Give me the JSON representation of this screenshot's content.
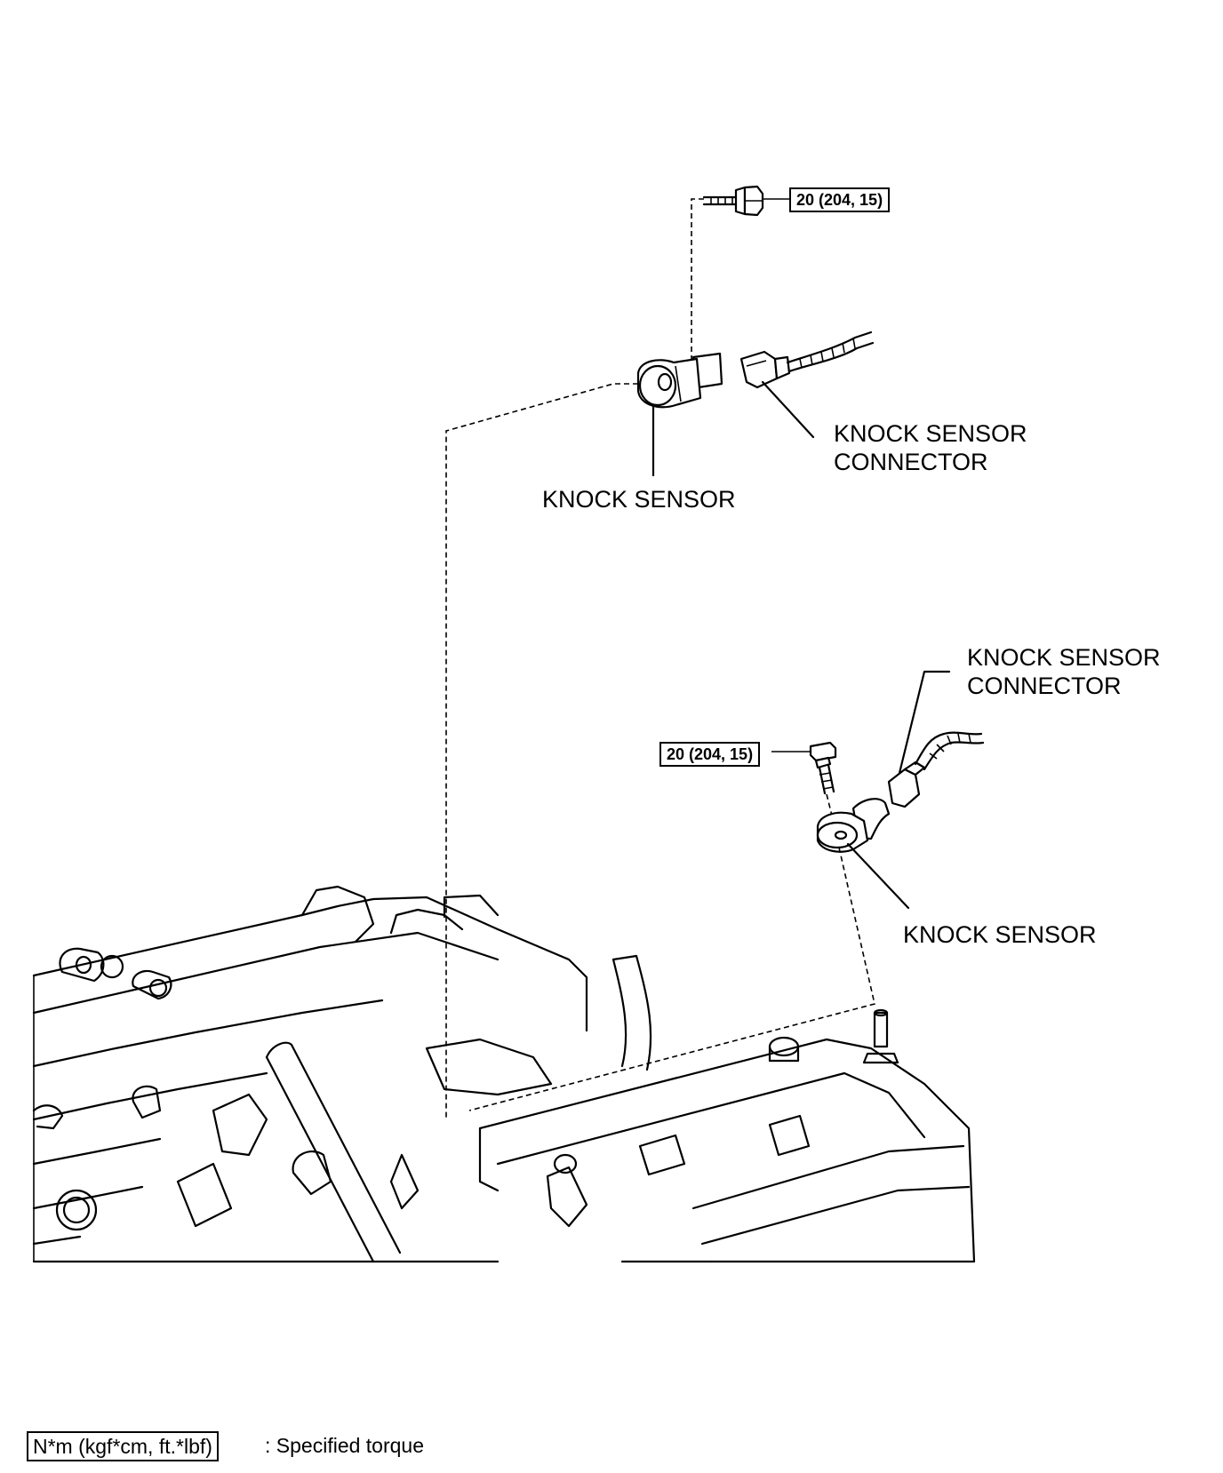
{
  "labels": {
    "knock_sensor_upper": "KNOCK SENSOR",
    "connector_upper_line1": "KNOCK SENSOR",
    "connector_upper_line2": "CONNECTOR",
    "connector_lower_line1": "KNOCK SENSOR",
    "connector_lower_line2": "CONNECTOR",
    "knock_sensor_lower": "KNOCK SENSOR"
  },
  "torque": {
    "upper_bolt": "20 (204, 15)",
    "lower_bolt": "20 (204, 15)"
  },
  "legend": {
    "unit_box": "N*m (kgf*cm, ft.*lbf)",
    "description": ": Specified torque"
  }
}
